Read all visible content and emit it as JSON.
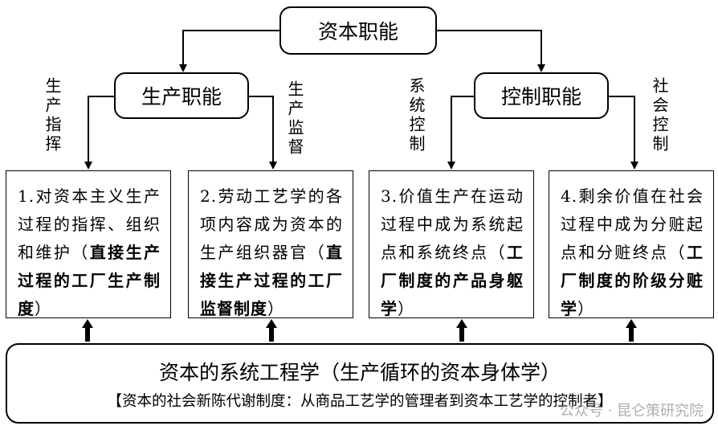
{
  "root": {
    "label": "资本职能"
  },
  "left_branch": {
    "label": "生产职能",
    "edge_left": "生产指挥",
    "edge_right": "生产监督"
  },
  "right_branch": {
    "label": "控制职能",
    "edge_left": "系统控制",
    "edge_right": "社会控制"
  },
  "boxes": [
    {
      "text": "1.对资本主义生产过程的指挥、组织和维护（",
      "bold": "直接生产过程的工厂生产制度",
      "end": "）"
    },
    {
      "text": "2.劳动工艺学的各项内容成为资本的生产组织器官（",
      "bold": "直接生产过程的工厂监督制度",
      "end": "）"
    },
    {
      "text": "3.价值生产在运动过程中成为系统起点和系统终点（",
      "bold": "工厂制度的产品身躯学",
      "end": "）"
    },
    {
      "text": "4.剩余价值在社会过程中成为分赃起点和分赃终点（",
      "bold": "工厂制度的阶级分赃学",
      "end": "）"
    }
  ],
  "bottom": {
    "title": "资本的系统工程学（生产循环的资本身体学）",
    "subtitle": "【资本的社会新陈代谢制度：从商品工艺学的管理者到资本工艺学的控制者】"
  },
  "watermark": "公众号 · 昆仑策研究院"
}
